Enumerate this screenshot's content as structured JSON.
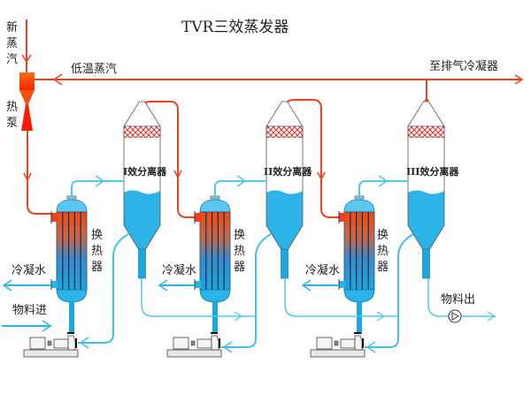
{
  "title": "TVR三效蒸发器",
  "labels": {
    "fresh_steam": [
      "新",
      "蒸",
      "汽"
    ],
    "heat_pump": [
      "热",
      "泵"
    ],
    "low_temp_steam": "低温蒸汽",
    "to_condenser": "至排气冷凝器",
    "condensate": "冷凝水",
    "heat_exchanger": [
      "换",
      "热",
      "器"
    ],
    "feed_in": "物料进",
    "product_out": "物料出"
  },
  "separators": [
    {
      "label": "I效分离器"
    },
    {
      "label": "II效分离器"
    },
    {
      "label": "III效分离器"
    }
  ],
  "colors": {
    "steam": "#f04020",
    "liquid": "#2cb4e8",
    "liquid_light": "#5fd0f5",
    "pipe_line": "#40c8f0",
    "hot": "#e8401c",
    "mesh": "#e03030"
  }
}
